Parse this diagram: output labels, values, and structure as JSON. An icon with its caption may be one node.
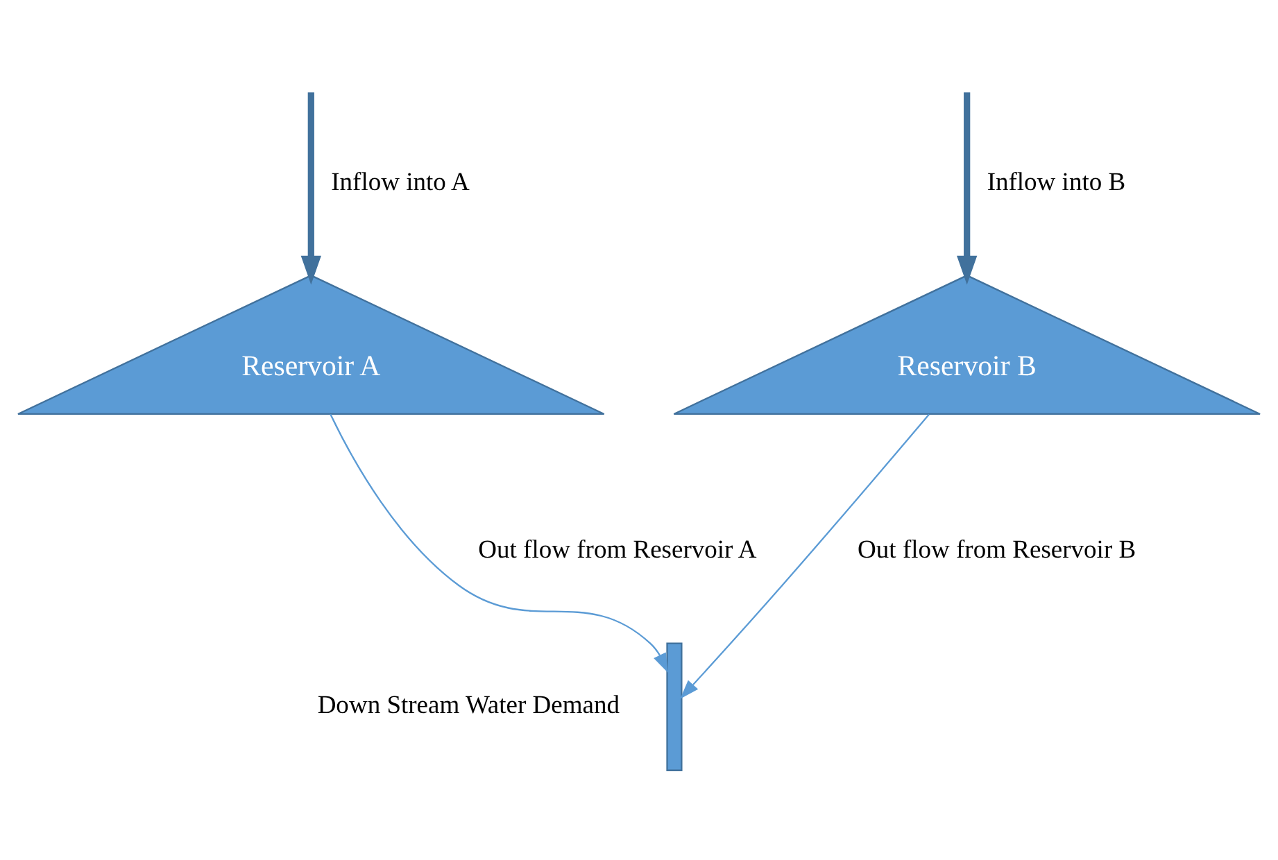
{
  "diagram": {
    "nodes": [
      {
        "text": [
          "Reservoir A"
        ]
      },
      {
        "text": [
          "Reservoir B"
        ]
      },
      {
        "text": [],
        "shape": "bar",
        "beside": [
          "Down Stream Water Demand"
        ]
      }
    ],
    "edges": [
      {
        "from": null,
        "to": 0,
        "arrow": "to",
        "label": "Inflow into A",
        "style": "thick",
        "color": "#41719c"
      },
      {
        "from": null,
        "to": 1,
        "arrow": "to",
        "label": "Inflow into B",
        "style": "thick",
        "color": "#41719c"
      },
      {
        "from": 0,
        "to": 2,
        "arrow": "to",
        "label": "Out flow from Reservoir A"
      },
      {
        "from": 1,
        "to": 2,
        "arrow": "to",
        "label": "Out flow from Reservoir B"
      }
    ]
  }
}
